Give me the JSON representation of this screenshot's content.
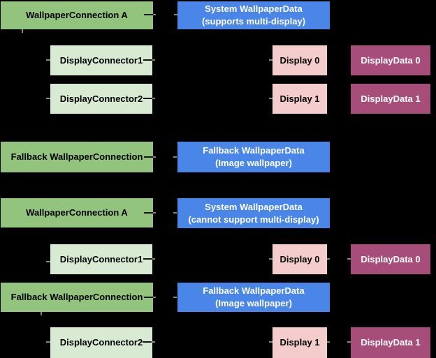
{
  "colors": {
    "background": "#000000",
    "connection_green": "#93c47d",
    "connector_pale_green": "#d9ead3",
    "wallpaper_data_blue": "#4a86e8",
    "display_pink": "#f4cccc",
    "display_data_plum": "#a64d79",
    "text_dark": "#000000",
    "text_light": "#ffffff"
  },
  "scenario_multi_display": {
    "wallpaper_connection": "WallpaperConnection A",
    "system_wallpaper_data": {
      "line1": "System WallpaperData",
      "line2": "(supports multi-display)"
    },
    "display_connector_1": "DisplayConnector1",
    "display_connector_2": "DisplayConnector2",
    "display_0": "Display 0",
    "display_1": "Display 1",
    "display_data_0": "DisplayData 0",
    "display_data_1": "DisplayData 1",
    "fallback_wallpaper_connection": "Fallback WallpaperConnection",
    "fallback_wallpaper_data": {
      "line1": "Fallback WallpaperData",
      "line2": "(Image wallpaper)"
    }
  },
  "scenario_single_display": {
    "wallpaper_connection": "WallpaperConnection A",
    "system_wallpaper_data": {
      "line1": "System WallpaperData",
      "line2": "(cannot support multi-display)"
    },
    "display_connector_1": "DisplayConnector1",
    "display_connector_2": "DisplayConnector2",
    "display_0": "Display 0",
    "display_1": "Display 1",
    "display_data_0": "DisplayData 0",
    "display_data_1": "DisplayData 1",
    "fallback_wallpaper_connection": "Fallback WallpaperConnection",
    "fallback_wallpaper_data": {
      "line1": "Fallback WallpaperData",
      "line2": "(Image wallpaper)"
    }
  }
}
